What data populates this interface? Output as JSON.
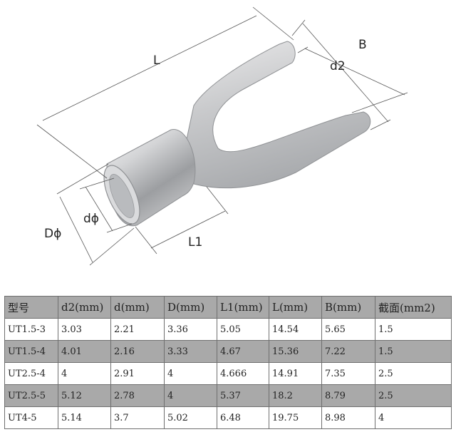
{
  "diagram": {
    "labels": {
      "L": "L",
      "B": "B",
      "d2": "d2",
      "d": "dϕ",
      "D": "Dϕ",
      "L1": "L1"
    }
  },
  "table": {
    "headers": [
      "型号",
      "d2(mm)",
      "d(mm)",
      "D(mm)",
      "L1(mm)",
      "L(mm)",
      "B(mm)",
      "截面(mm2)"
    ],
    "rows": [
      [
        "UT1.5-3",
        "3.03",
        "2.21",
        "3.36",
        "5.05",
        "14.54",
        "5.65",
        "1.5"
      ],
      [
        "UT1.5-4",
        "4.01",
        "2.16",
        "3.33",
        "4.67",
        "15.36",
        "7.22",
        "1.5"
      ],
      [
        "UT2.5-4",
        "4",
        "2.91",
        "4",
        "4.666",
        "14.91",
        "7.35",
        "2.5"
      ],
      [
        "UT2.5-5",
        "5.12",
        "2.78",
        "4",
        "5.37",
        "18.2",
        "8.79",
        "2.5"
      ],
      [
        "UT4-5",
        "5.14",
        "3.7",
        "5.02",
        "6.48",
        "19.75",
        "8.98",
        "4"
      ]
    ]
  }
}
